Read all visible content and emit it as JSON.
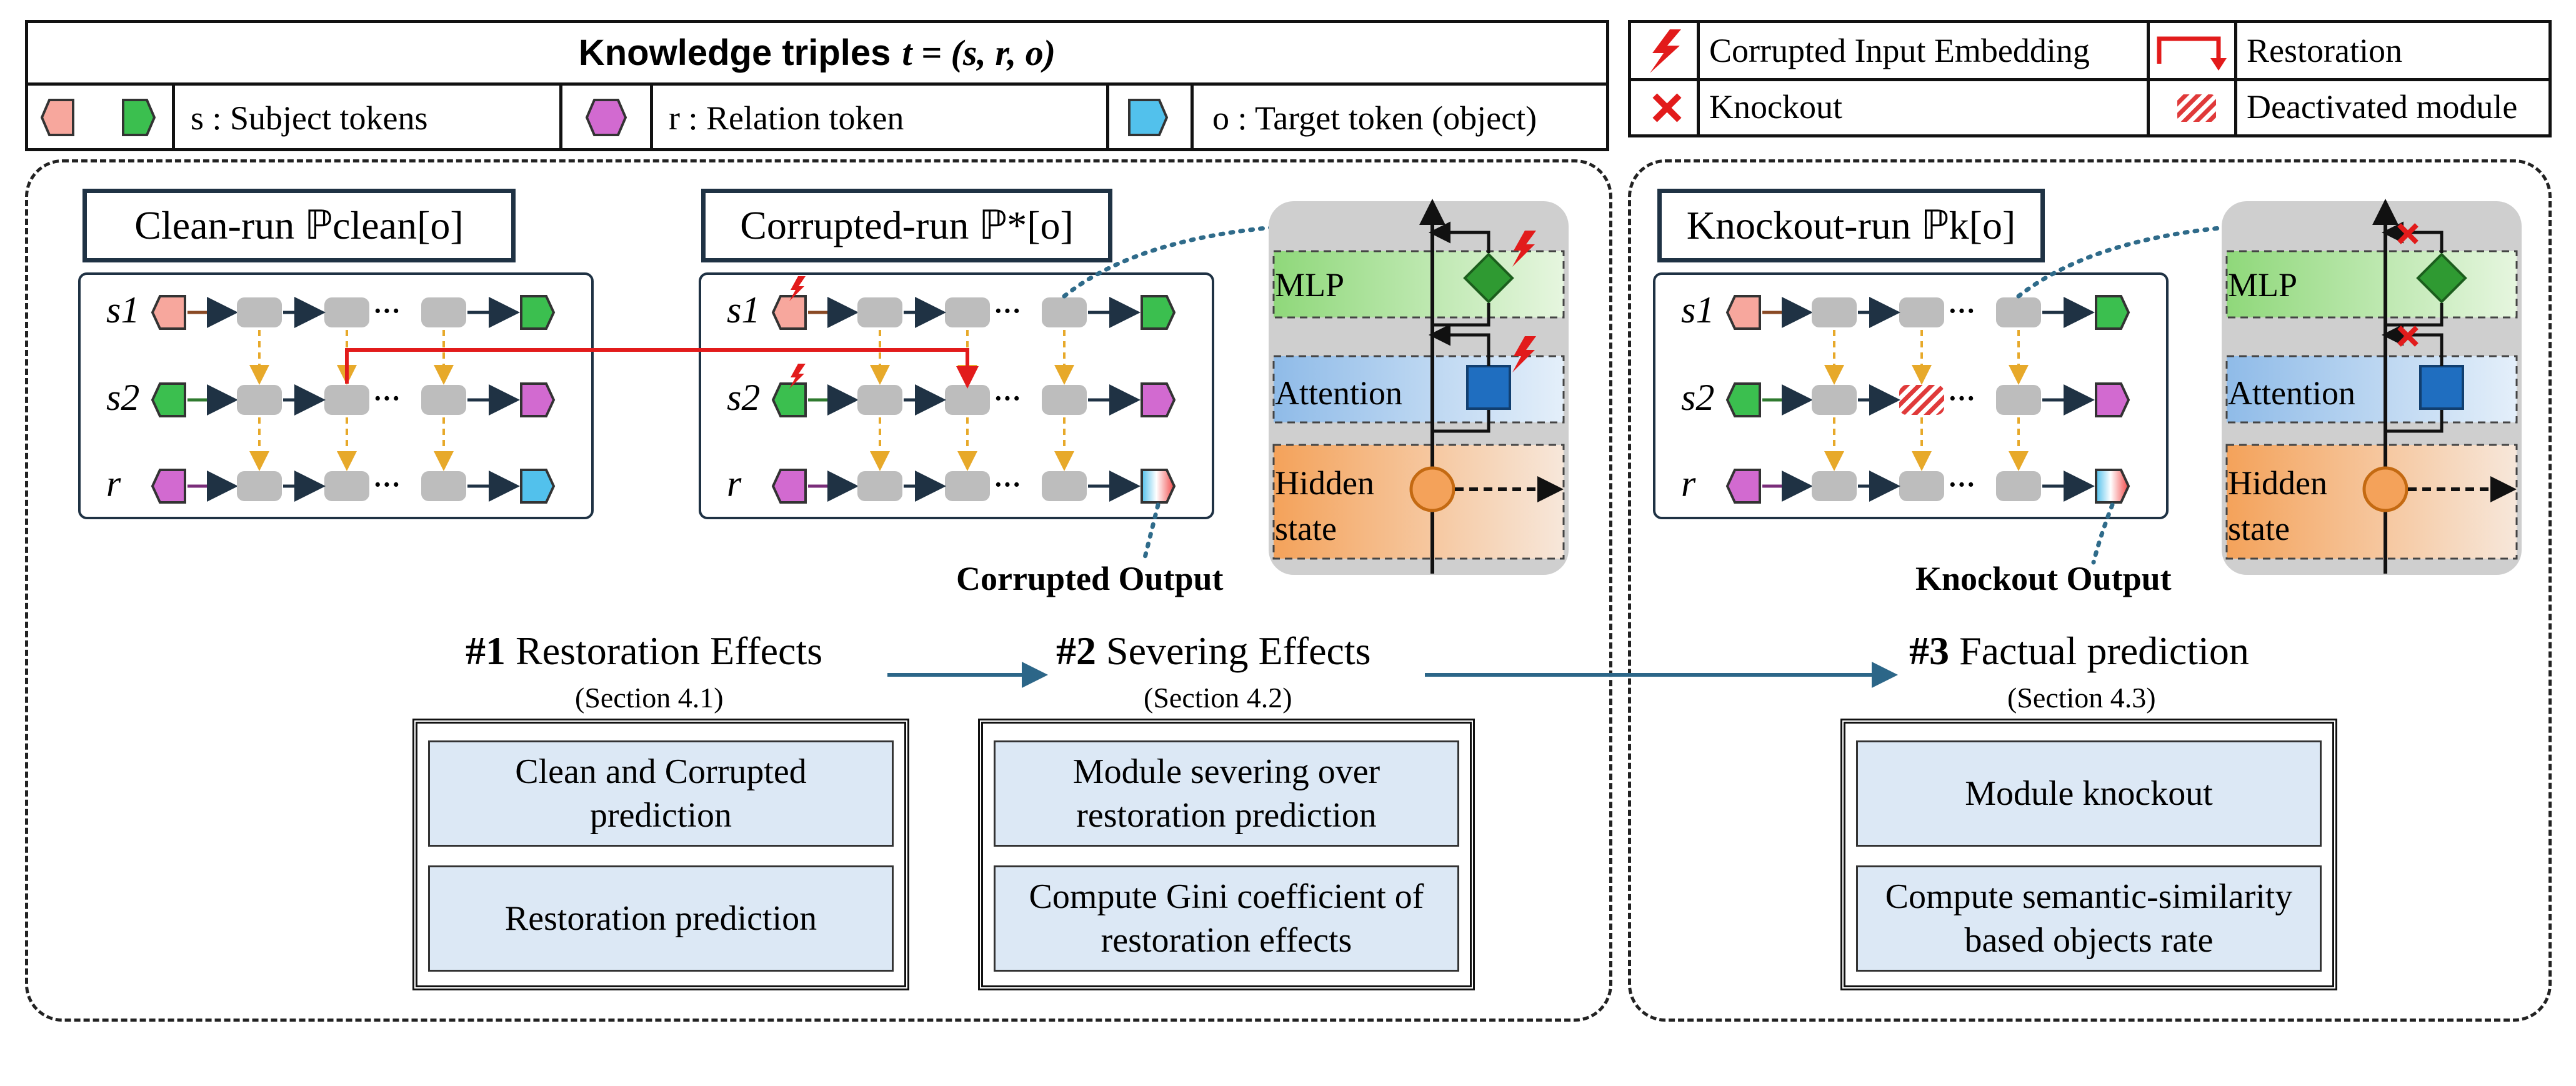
{
  "legend_top": {
    "title_text": "Knowledge triples",
    "title_formula": "t = (s, r, o)",
    "subject_label": "s : Subject tokens",
    "relation_label": "r : Relation token",
    "target_label": "o : Target token (object)"
  },
  "legend_right": {
    "corrupted": "Corrupted Input Embedding",
    "restoration": "Restoration",
    "knockout": "Knockout",
    "deactivated": "Deactivated module"
  },
  "panels": {
    "clean_title": "Clean-run ℙclean[o]",
    "corrupted_title": "Corrupted-run ℙ*[o]",
    "knockout_title": "Knockout-run ℙk[o]",
    "row_labels": [
      "s1",
      "s2",
      "r"
    ],
    "corrupted_output": "Corrupted Output",
    "knockout_output": "Knockout Output"
  },
  "module_stack": {
    "mlp": "MLP",
    "attention": "Attention",
    "hidden_line1": "Hidden",
    "hidden_line2": "state"
  },
  "sections": [
    {
      "num": "#1",
      "title": "Restoration Effects",
      "sub": "(Section 4.1)",
      "boxes": [
        "Clean and Corrupted prediction",
        "Restoration prediction"
      ]
    },
    {
      "num": "#2",
      "title": "Severing Effects",
      "sub": "(Section 4.2)",
      "boxes": [
        "Module severing over restoration prediction",
        "Compute Gini coefficient of restoration effects"
      ]
    },
    {
      "num": "#3",
      "title": "Factual prediction",
      "sub": "(Section 4.3)",
      "boxes": [
        "Module knockout",
        "Compute semantic-similarity based objects rate"
      ]
    }
  ],
  "colors": {
    "subject1": "#f7a79d",
    "subject2": "#3bbf4f",
    "relation": "#d26ad0",
    "target": "#52c1ec",
    "mlp": "#8fd87a",
    "attention": "#8fbbe8",
    "hidden": "#f4a25a",
    "restoration": "#e21b1b",
    "knockout_x": "#e21b1b",
    "flow_arrow": "#2c6688",
    "dotted": "#2f6b8a"
  }
}
